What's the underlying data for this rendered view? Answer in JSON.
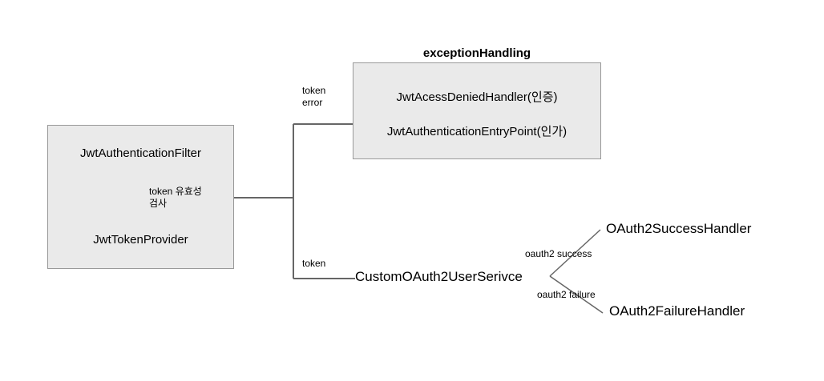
{
  "diagram": {
    "type": "flow-diagram",
    "background_color": "#ffffff",
    "box_fill_color": "#eaeaea",
    "box_border_color": "#999999",
    "line_color": "#666666",
    "text_color": "#000000"
  },
  "filter_group": {
    "top_component": "JwtAuthenticationFilter",
    "bottom_component": "JwtTokenProvider",
    "internal_arrow_label": "token 유효성\n검사",
    "arrow_style": "double-headed-vertical"
  },
  "exception_group": {
    "title": "exceptionHandling",
    "items": [
      "JwtAcessDeniedHandler(인증)",
      "JwtAuthenticationEntryPoint(인가)"
    ]
  },
  "edges": {
    "token_error": "token\nerror",
    "token": "token",
    "oauth2_success": "oauth2 success",
    "oauth2_failure": "oauth2 failure"
  },
  "oauth_nodes": {
    "service": "CustomOAuth2UserSerivce",
    "success_handler": "OAuth2SuccessHandler",
    "failure_handler": "OAuth2FailureHandler"
  }
}
